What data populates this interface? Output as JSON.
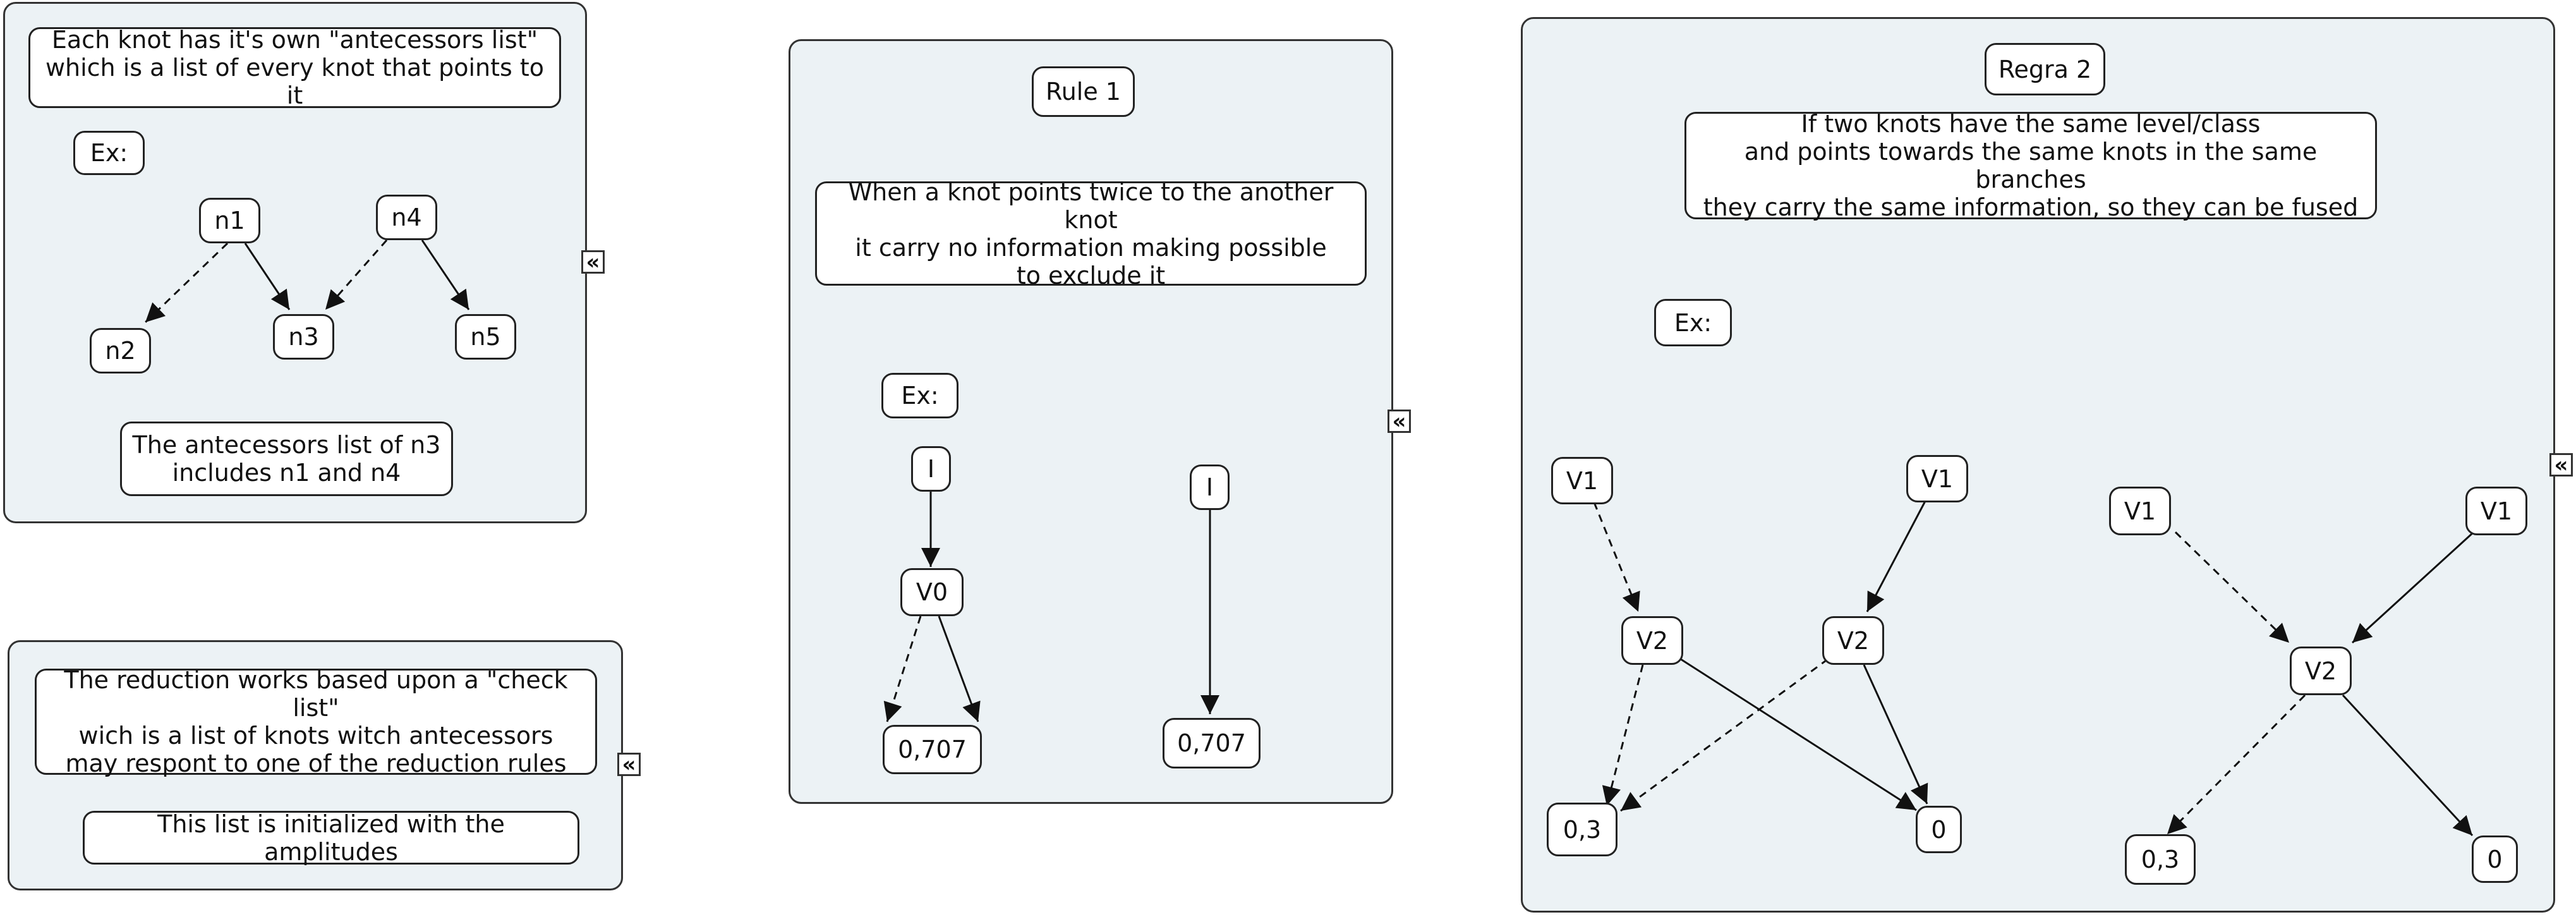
{
  "collapse_icon_glyph": "«",
  "panel_left_top": {
    "intro": "Each knot has it's own \"antecessors list\"\nwhich is a list of every knot that points to it",
    "ex": "Ex:",
    "nodes": {
      "n1": "n1",
      "n2": "n2",
      "n3": "n3",
      "n4": "n4",
      "n5": "n5"
    },
    "note": "The antecessors list of n3\nincludes n1 and n4"
  },
  "panel_left_bottom": {
    "intro": "The reduction works based upon a \"check list\"\nwich is a list of knots witch antecessors\nmay respont to one of the reduction rules",
    "note": "This list is initialized with the amplitudes"
  },
  "panel_rule1": {
    "title": "Rule 1",
    "description": "When a knot points twice to the another knot\nit carry no information making possible\nto exclude it",
    "ex": "Ex:",
    "before": {
      "top": "I",
      "middle": "V0",
      "leaf": "0,707"
    },
    "after": {
      "top": "I",
      "leaf": "0,707"
    }
  },
  "panel_rule2": {
    "title": "Regra 2",
    "description": "If two knots have the same level/class\nand points towards the same knots in the same branches\nthey carry the same information, so they can be fused",
    "ex": "Ex:",
    "before": {
      "v1_left": "V1",
      "v1_right": "V1",
      "v2_left": "V2",
      "v2_right": "V2",
      "leaf_a": "0,3",
      "leaf_b": "0"
    },
    "after": {
      "v1_left": "V1",
      "v1_right": "V1",
      "v2": "V2",
      "leaf_a": "0,3",
      "leaf_b": "0"
    }
  }
}
